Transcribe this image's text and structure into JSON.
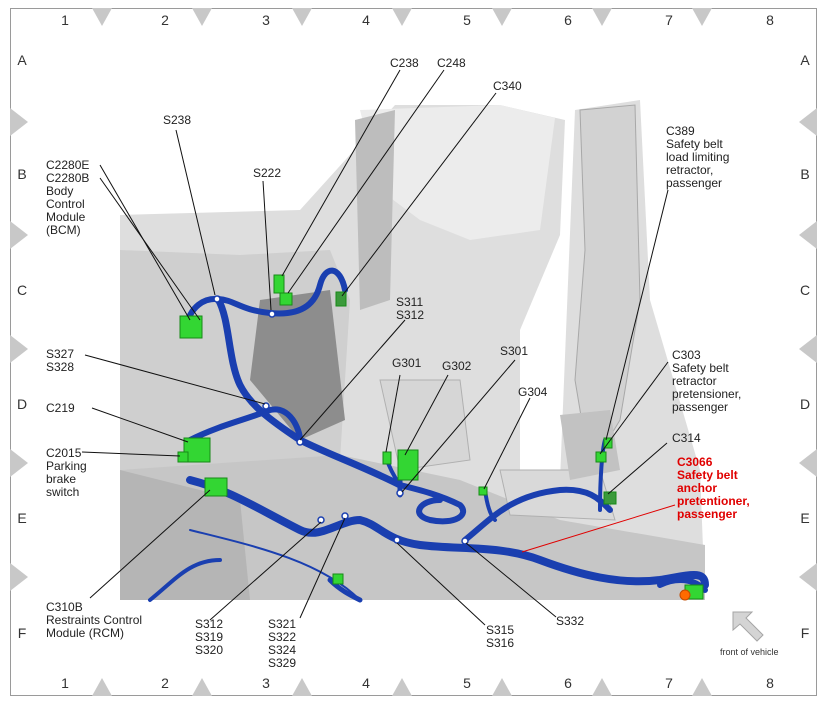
{
  "grid": {
    "columns": [
      "1",
      "2",
      "3",
      "4",
      "5",
      "6",
      "7",
      "8"
    ],
    "rows": [
      "A",
      "B",
      "C",
      "D",
      "E",
      "F"
    ]
  },
  "callouts": {
    "c238": [
      "C238"
    ],
    "c248": [
      "C248"
    ],
    "c340": [
      "C340"
    ],
    "s238": [
      "S238"
    ],
    "c2280": [
      "C2280E",
      "C2280B",
      "Body",
      "Control",
      "Module",
      "(BCM)"
    ],
    "s222": [
      "S222"
    ],
    "c389": [
      "C389",
      "Safety belt",
      "load limiting",
      "retractor,",
      "passenger"
    ],
    "s311": [
      "S311",
      "S312"
    ],
    "s327": [
      "S327",
      "S328"
    ],
    "g301": [
      "G301"
    ],
    "g302": [
      "G302"
    ],
    "s301": [
      "S301"
    ],
    "c303": [
      "C303",
      "Safety belt",
      "retractor",
      "pretensioner,",
      "passenger"
    ],
    "c219": [
      "C219"
    ],
    "g304": [
      "G304"
    ],
    "c314": [
      "C314"
    ],
    "c2015": [
      "C2015",
      "Parking",
      "brake",
      "switch"
    ],
    "c3066": [
      "C3066",
      "Safety belt",
      "anchor",
      "pretentioner,",
      "passenger"
    ],
    "c310b": [
      "C310B",
      "Restraints Control",
      "Module (RCM)"
    ],
    "s312": [
      "S312",
      "S319",
      "S320"
    ],
    "s321": [
      "S321",
      "S322",
      "S324",
      "S329"
    ],
    "s315": [
      "S315",
      "S316"
    ],
    "s332": [
      "S332"
    ]
  },
  "front_label": "front of vehicle",
  "colors": {
    "harness": "#1a3fb0",
    "connector": "#33d633",
    "highlight": "#e00000"
  }
}
